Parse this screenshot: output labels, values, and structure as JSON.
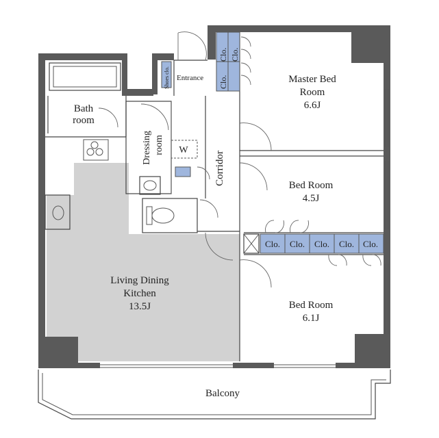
{
  "rooms": {
    "entrance": "Entrance",
    "shoes_closet": "Shoes clo.",
    "closet_label": "Clo.",
    "master_bed": {
      "line1": "Master Bed",
      "line2": "Room",
      "size": "6.6J"
    },
    "bath": {
      "line1": "Bath",
      "line2": "room"
    },
    "dressing": {
      "line1": "Dressing",
      "line2": "room"
    },
    "washer": "W",
    "corridor": "Corridor",
    "bed_room_2": {
      "line1": "Bed Room",
      "size": "4.5J"
    },
    "bed_room_3": {
      "line1": "Bed Room",
      "size": "6.1J"
    },
    "ldk": {
      "line1": "Living Dining",
      "line2": "Kitchen",
      "size": "13.5J"
    },
    "balcony": "Balcony"
  },
  "colors": {
    "wall": "#5a5a5a",
    "ldk_floor": "#d2d2d2",
    "closet": "#9fb6dd"
  }
}
